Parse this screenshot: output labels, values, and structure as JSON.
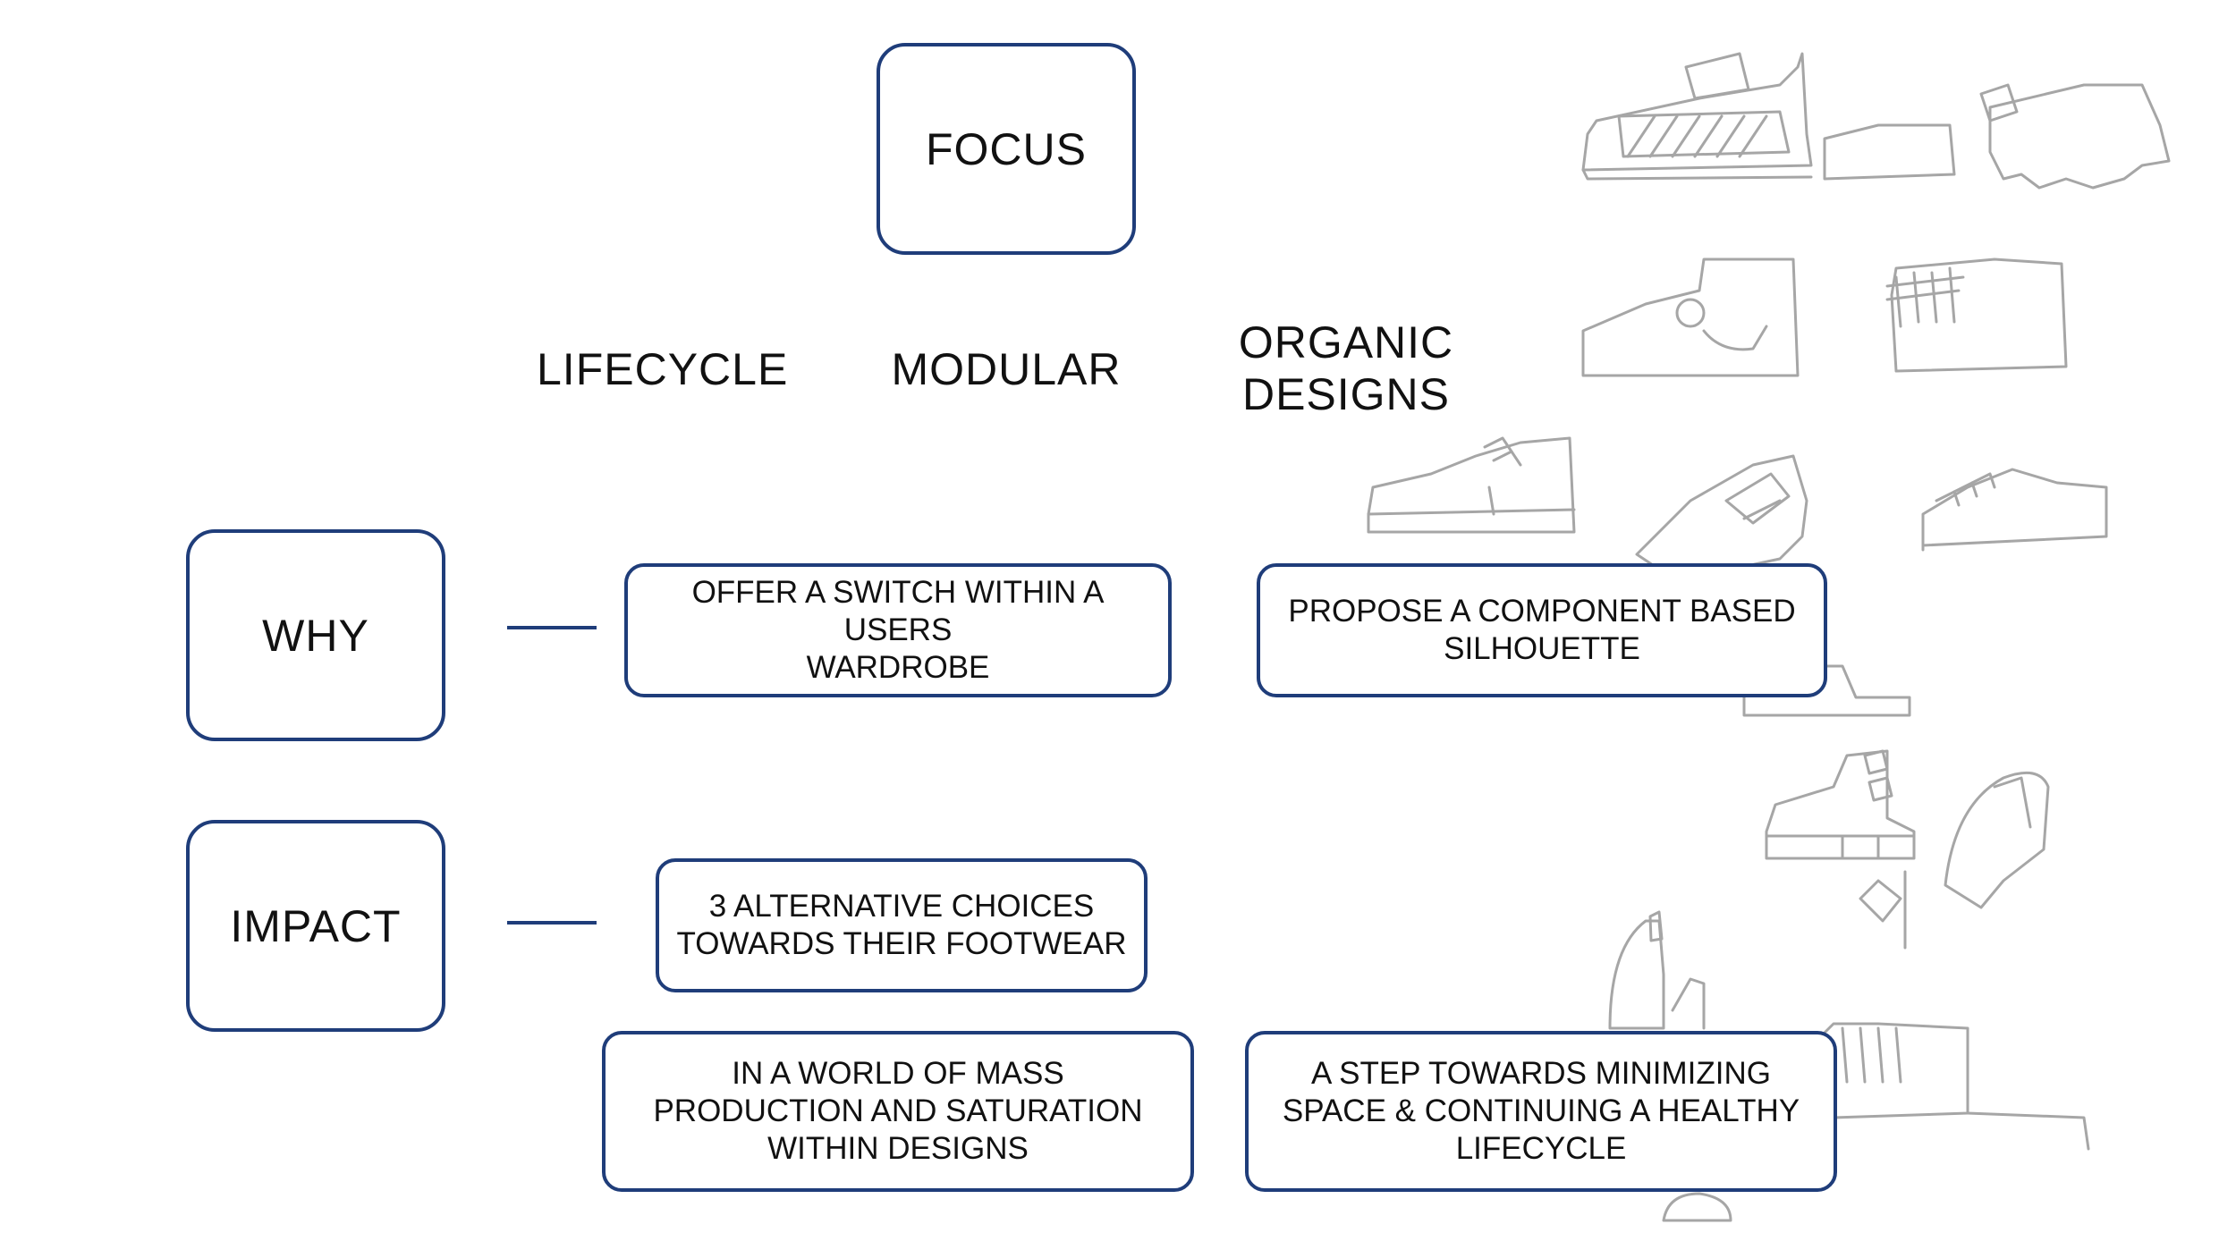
{
  "diagram": {
    "focus_label": "FOCUS",
    "columns": {
      "lifecycle": "LIFECYCLE",
      "modular": "MODULAR",
      "organic_line1": "ORGANIC",
      "organic_line2": "DESIGNS"
    },
    "rows": {
      "why": {
        "label": "WHY",
        "box1_line1": "OFFER A SWITCH WITHIN A USERS",
        "box1_line2": "WARDROBE",
        "box2_line1": "PROPOSE A COMPONENT BASED",
        "box2_line2": "SILHOUETTE"
      },
      "impact": {
        "label": "IMPACT",
        "box1_line1": "3 ALTERNATIVE CHOICES",
        "box1_line2": "TOWARDS THEIR FOOTWEAR",
        "box2_line1": "IN A WORLD OF MASS",
        "box2_line2": "PRODUCTION AND SATURATION",
        "box2_line3": "WITHIN DESIGNS",
        "box3_line1": "A STEP TOWARDS MINIMIZING",
        "box3_line2": "SPACE & CONTINUING A HEALTHY",
        "box3_line3": "LIFECYCLE"
      }
    },
    "colors": {
      "box_border": "#1f3d7a",
      "sketch_stroke": "#a6a6a6",
      "text": "#111111"
    }
  }
}
